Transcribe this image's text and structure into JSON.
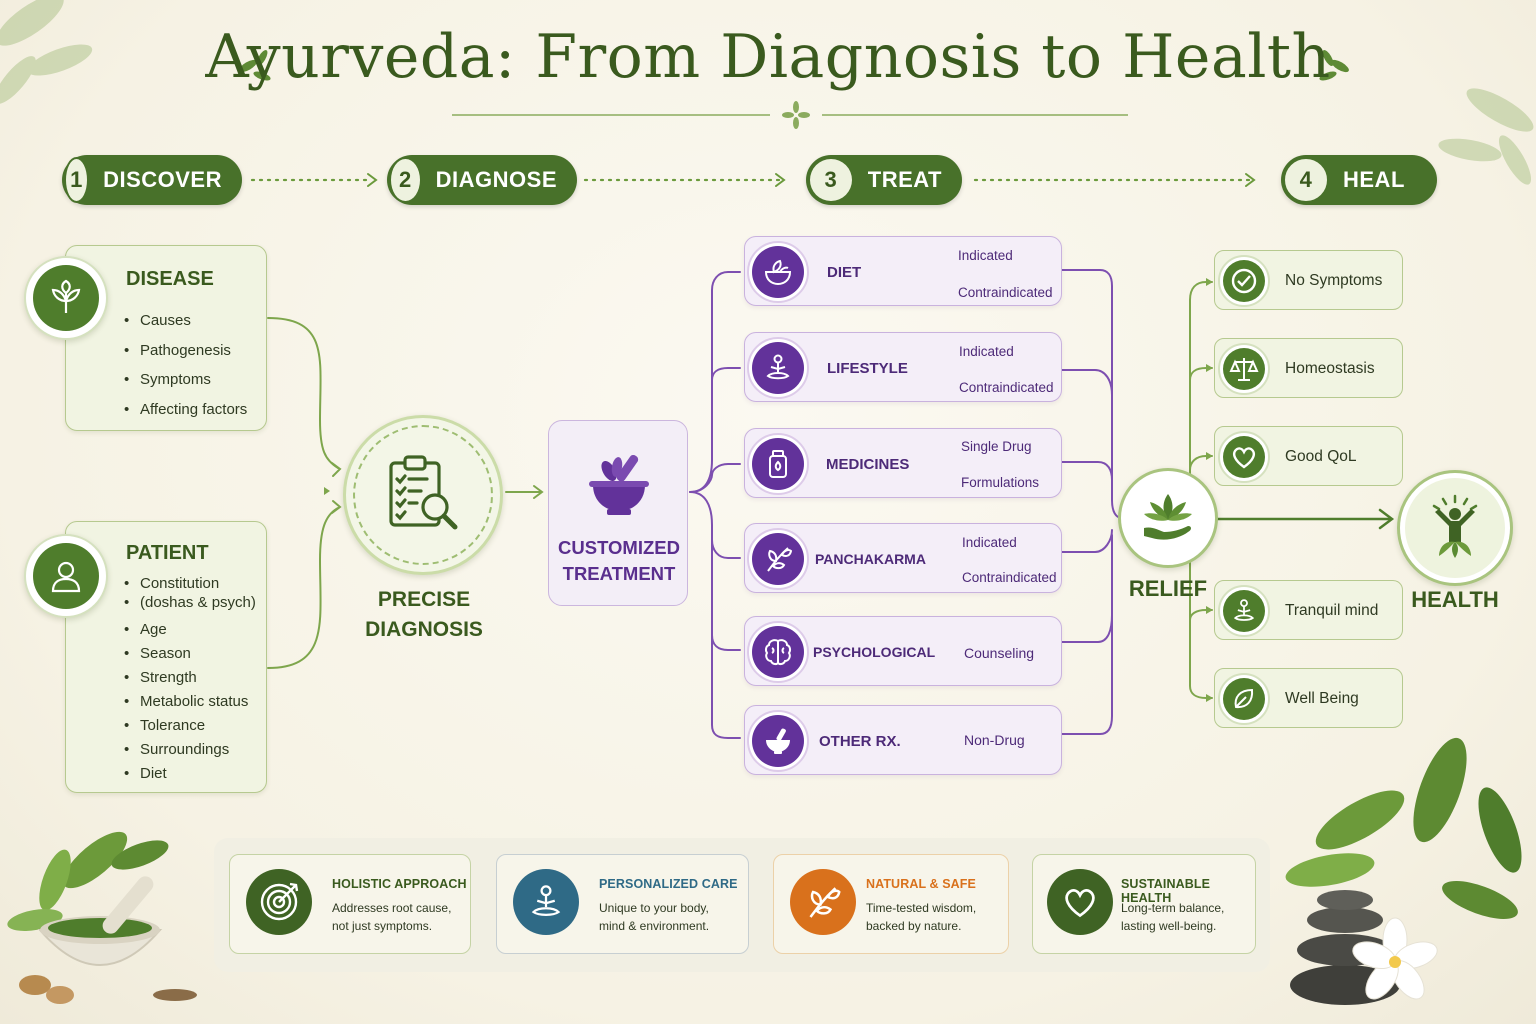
{
  "title": "Ayurveda: From Diagnosis to Health",
  "colors": {
    "green": "#48712a",
    "purple": "#62329a",
    "blue": "#2f6a86",
    "orange": "#d9711c",
    "darkgreen": "#3a5a1e"
  },
  "steps": [
    {
      "num": "1",
      "label": "DISCOVER"
    },
    {
      "num": "2",
      "label": "DIAGNOSE"
    },
    {
      "num": "3",
      "label": "TREAT"
    },
    {
      "num": "4",
      "label": "HEAL"
    }
  ],
  "disease": {
    "icon": "plant-sprout-icon",
    "title": "DISEASE",
    "items": [
      "Causes",
      "Pathogenesis",
      "Symptoms",
      "Affecting factors"
    ]
  },
  "patient": {
    "icon": "person-icon",
    "title": "PATIENT",
    "items": [
      "Constitution",
      "(doshas & psych)",
      "Age",
      "Season",
      "Strength",
      "Metabolic status",
      "Tolerance",
      "Surroundings",
      "Diet"
    ]
  },
  "diagnosis": {
    "icon": "clipboard-magnifier-icon",
    "label_line1": "PRECISE",
    "label_line2": "DIAGNOSIS"
  },
  "treatment": {
    "icon": "mortar-pestle-icon",
    "label_line1": "CUSTOMIZED",
    "label_line2": "TREATMENT"
  },
  "treatments": [
    {
      "icon": "bowl-leaf-icon",
      "label": "DIET",
      "sub": [
        "Indicated",
        "Contraindicated"
      ]
    },
    {
      "icon": "meditation-icon",
      "label": "LIFESTYLE",
      "sub": [
        "Indicated",
        "Contraindicated"
      ]
    },
    {
      "icon": "medicine-bottle-icon",
      "label": "MEDICINES",
      "sub": [
        "Single Drug",
        "Formulations"
      ]
    },
    {
      "icon": "leaf-branch-icon",
      "label": "PANCHAKARMA",
      "sub": [
        "Indicated",
        "Contraindicated"
      ]
    },
    {
      "icon": "brain-icon",
      "label": "PSYCHOLOGICAL",
      "sub": [
        "Counseling"
      ]
    },
    {
      "icon": "mortar-icon",
      "label": "OTHER RX.",
      "sub": [
        "Non-Drug"
      ]
    }
  ],
  "relief": {
    "icon": "lotus-hand-icon",
    "label": "RELIEF"
  },
  "health": {
    "icon": "person-raised-arms-icon",
    "label": "HEALTH"
  },
  "outcomes": [
    {
      "icon": "check-circle-icon",
      "label": "No Symptoms"
    },
    {
      "icon": "balance-scale-icon",
      "label": "Homeostasis"
    },
    {
      "icon": "heart-icon",
      "label": "Good QoL"
    },
    {
      "icon": "meditation-icon",
      "label": "Tranquil mind"
    },
    {
      "icon": "leaf-icon",
      "label": "Well Being"
    }
  ],
  "cards": [
    {
      "icon": "target-icon",
      "title": "HOLISTIC APPROACH",
      "line1": "Addresses root cause,",
      "line2": "not just symptoms."
    },
    {
      "icon": "meditation-icon",
      "title": "PERSONALIZED CARE",
      "line1": "Unique to your body,",
      "line2": "mind & environment."
    },
    {
      "icon": "leaves-icon",
      "title": "NATURAL & SAFE",
      "line1": "Time-tested wisdom,",
      "line2": "backed by nature."
    },
    {
      "icon": "heart-icon",
      "title": "SUSTAINABLE HEALTH",
      "line1": "Long-term balance,",
      "line2": "lasting well-being."
    }
  ]
}
